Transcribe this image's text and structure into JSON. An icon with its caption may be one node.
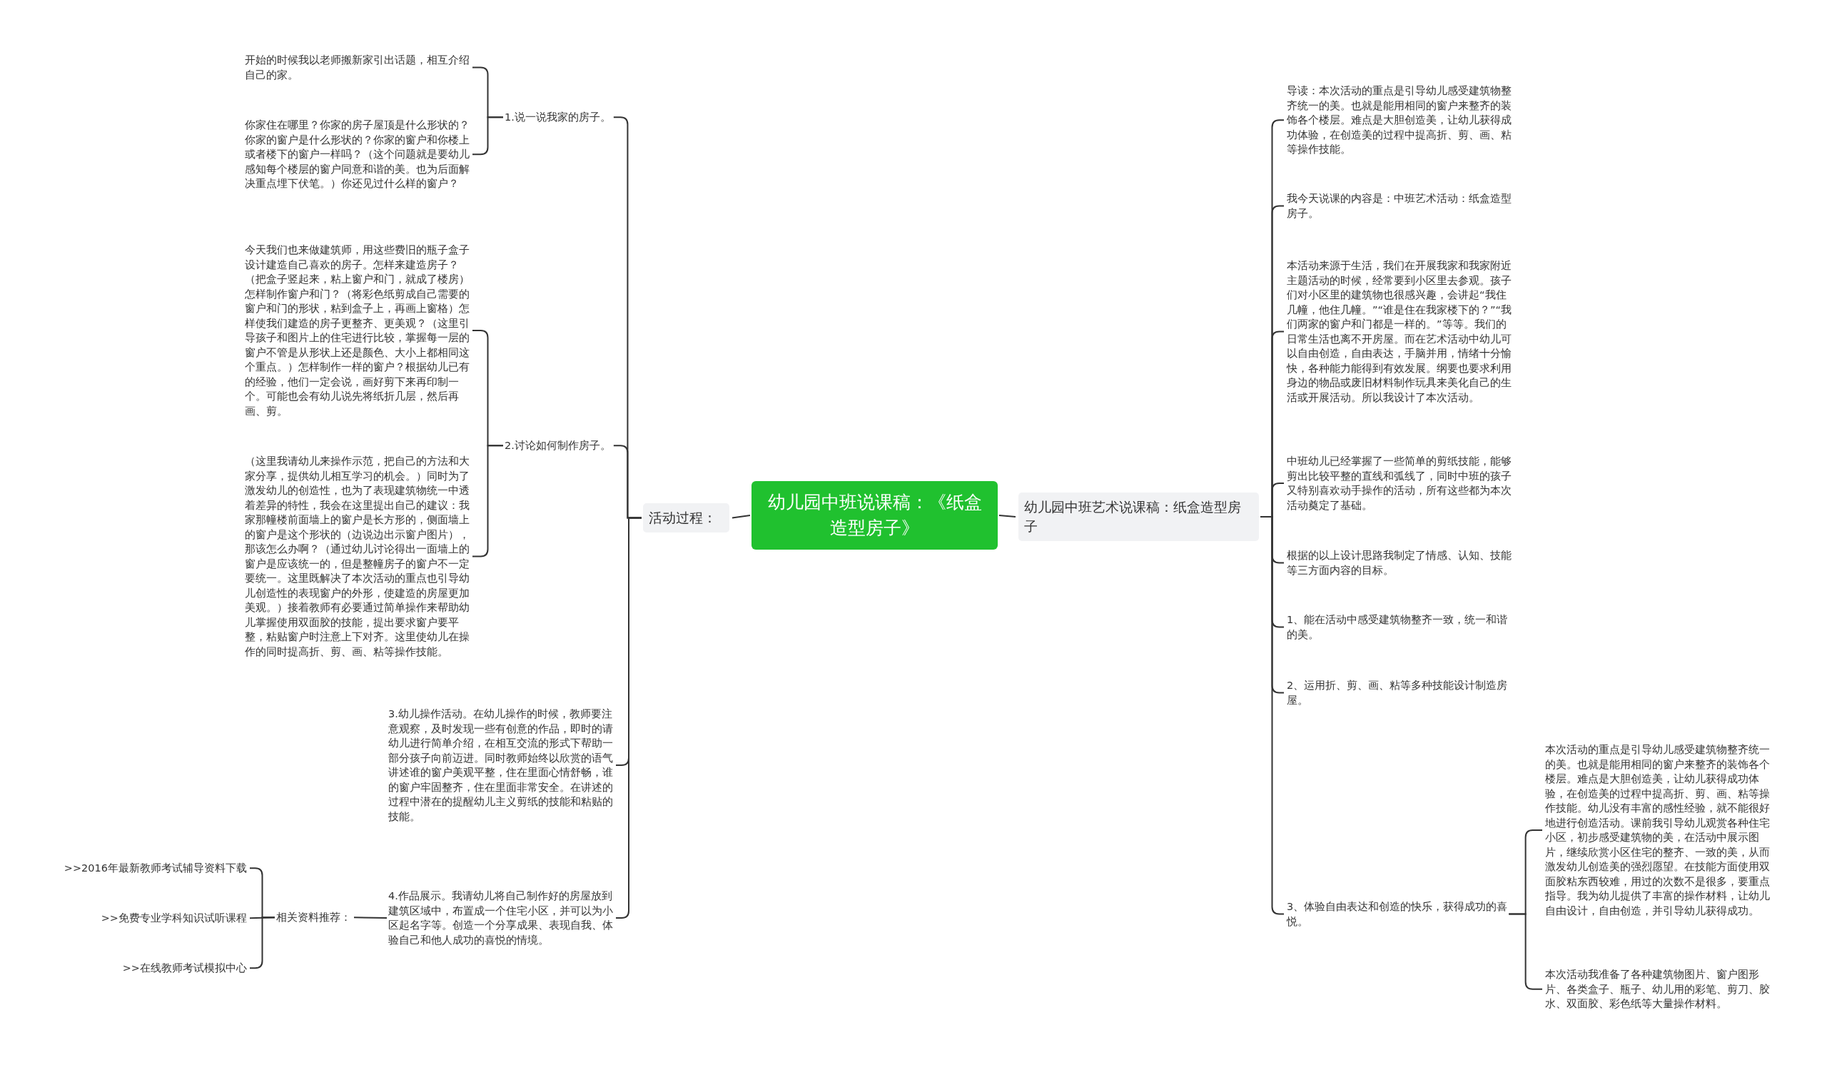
{
  "diagram": {
    "nodes": [
      {
        "text": [
          "幼儿园中班说课稿：《纸盒造型房子》"
        ]
      },
      {
        "text": [
          "活动过程："
        ]
      },
      {
        "text": [
          "1.说一说我家的房子。"
        ]
      },
      {
        "text": [
          "开始的时候我以老师搬新家引出话题，相互介绍自己的家。"
        ]
      },
      {
        "text": [
          "你家住在哪里？你家的房子屋顶是什么形状的？你家的窗户是什么形状的？你家的窗户和你楼上或者楼下的窗户一样吗？（这个问题就是要幼儿感知每个楼层的窗户同意和谐的美。也为后面解决重点埋下伏笔。）你还见过什么样的窗户？"
        ]
      },
      {
        "text": [
          "2.讨论如何制作房子。"
        ]
      },
      {
        "text": [
          "今天我们也来做建筑师，用这些费旧的瓶子盒子设计建造自己喜欢的房子。怎样来建造房子？（把盒子竖起来，粘上窗户和门，就成了楼房）怎样制作窗户和门？（将彩色纸剪成自己需要的窗户和门的形状，粘到盒子上，再画上窗格）怎样使我们建造的房子更整齐、更美观？（这里引导孩子和图片上的住宅进行比较，掌握每一层的窗户不管是从形状上还是颜色、大小上都相同这个重点。）怎样制作一样的窗户？根据幼儿已有的经验，他们一定会说，画好剪下来再印制一个。可能也会有幼儿说先将纸折几层，然后再画、剪。"
        ]
      },
      {
        "text": [
          "（这里我请幼儿来操作示范，把自己的方法和大家分享，提供幼儿相互学习的机会。）同时为了激发幼儿的创造性，也为了表现建筑物统一中透着差异的特性，我会在这里提出自己的建议：我家那幢楼前面墙上的窗户是长方形的，侧面墙上的窗户是这个形状的（边说边出示窗户图片），那该怎么办啊？（通过幼儿讨论得出一面墙上的窗户是应该统一的，但是整幢房子的窗户不一定要统一。这里既解决了本次活动的重点也引导幼儿创造性的表现窗户的外形，使建造的房屋更加美观。）接着教师有必要通过简单操作来帮助幼儿掌握使用双面胶的技能，提出要求窗户要平整，粘贴窗户时注意上下对齐。这里使幼儿在操作的同时提高折、剪、画、粘等操作技能。"
        ]
      },
      {
        "text": [
          "3.幼儿操作活动。在幼儿操作的时候，教师要注意观察，及时发现一些有创意的作品，即时的请幼儿进行简单介绍，在相互交流的形式下帮助一部分孩子向前迈进。同时教师始终以欣赏的语气讲述谁的窗户美观平整，住在里面心情舒畅，谁的窗户牢固整齐，住在里面非常安全。在讲述的过程中潜在的提醒幼儿主义剪纸的技能和粘贴的技能。"
        ]
      },
      {
        "text": [
          "4.作品展示。我请幼儿将自己制作好的房屋放到建筑区域中，布置成一个住宅小区，并可以为小区起名字等。创造一个分享成果、表现自我、体验自己和他人成功的喜悦的情境。"
        ]
      },
      {
        "text": [
          "相关资料推荐："
        ]
      },
      {
        "text": [
          ">>2016年最新教师考试辅导资料下载"
        ]
      },
      {
        "text": [
          ">>免费专业学科知识试听课程"
        ]
      },
      {
        "text": [
          ">>在线教师考试模拟中心"
        ]
      },
      {
        "text": [
          "幼儿园中班艺术说课稿：纸盒造型房子"
        ]
      },
      {
        "text": [
          "导读：本次活动的重点是引导幼儿感受建筑物整齐统一的美。也就是能用相同的窗户来整齐的装饰各个楼层。难点是大胆创造美，让幼儿获得成功体验，在创造美的过程中提高折、剪、画、粘等操作技能。"
        ]
      },
      {
        "text": [
          "我今天说课的内容是：中班艺术活动：纸盒造型房子。"
        ]
      },
      {
        "text": [
          "本活动来源于生活，我们在开展我家和我家附近主题活动的时候，经常要到小区里去参观。孩子们对小区里的建筑物也很感兴趣，会讲起“我住几幢，他住几幢。”“谁是住在我家楼下的？”“我们两家的窗户和门都是一样的。”等等。我们的日常生活也离不开房屋。而在艺术活动中幼儿可以自由创造，自由表达，手脑并用，情绪十分愉快，各种能力能得到有效发展。纲要也要求利用身边的物品或废旧材料制作玩具来美化自己的生活或开展活动。所以我设计了本次活动。"
        ]
      },
      {
        "text": [
          "中班幼儿已经掌握了一些简单的剪纸技能，能够剪出比较平整的直线和弧线了，同时中班的孩子又特别喜欢动手操作的活动，所有这些都为本次活动奠定了基础。"
        ]
      },
      {
        "text": [
          "根据的以上设计思路我制定了情感、认知、技能等三方面内容的目标。"
        ]
      },
      {
        "text": [
          "1、能在活动中感受建筑物整齐一致，统一和谐的美。"
        ]
      },
      {
        "text": [
          "2、运用折、剪、画、粘等多种技能设计制造房屋。"
        ]
      },
      {
        "text": [
          "3、体验自由表达和创造的快乐，获得成功的喜悦。"
        ]
      },
      {
        "text": [
          "本次活动的重点是引导幼儿感受建筑物整齐统一的美。也就是能用相同的窗户来整齐的装饰各个楼层。难点是大胆创造美，让幼儿获得成功体验，在创造美的过程中提高折、剪、画、粘等操作技能。幼儿没有丰富的感性经验，就不能很好地进行创造活动。课前我引导幼儿观赏各种住宅小区，初步感受建筑物的美，在活动中展示图片，继续欣赏小区住宅的整齐、一致的美，从而激发幼儿创造美的强烈愿望。在技能方面使用双面胶粘东西较难，用过的次数不是很多，要重点指导。我为幼儿提供了丰富的操作材料，让幼儿自由设计，自由创造，并引导幼儿获得成功。"
        ]
      },
      {
        "text": [
          "本次活动我准备了各种建筑物图片、窗户图形片、各类盒子、瓶子、幼儿用的彩笔、剪刀、胶水、双面胶、彩色纸等大量操作材料。"
        ]
      }
    ],
    "edges": [
      {
        "from": 0,
        "to": 1,
        "arrow": "none"
      },
      {
        "from": 1,
        "to": 2,
        "arrow": "none"
      },
      {
        "from": 2,
        "to": 3,
        "arrow": "none"
      },
      {
        "from": 2,
        "to": 4,
        "arrow": "none"
      },
      {
        "from": 1,
        "to": 5,
        "arrow": "none"
      },
      {
        "from": 5,
        "to": 6,
        "arrow": "none"
      },
      {
        "from": 5,
        "to": 7,
        "arrow": "none"
      },
      {
        "from": 1,
        "to": 8,
        "arrow": "none"
      },
      {
        "from": 1,
        "to": 9,
        "arrow": "none"
      },
      {
        "from": 9,
        "to": 10,
        "arrow": "none"
      },
      {
        "from": 10,
        "to": 11,
        "arrow": "none"
      },
      {
        "from": 10,
        "to": 12,
        "arrow": "none"
      },
      {
        "from": 10,
        "to": 13,
        "arrow": "none"
      },
      {
        "from": 0,
        "to": 14,
        "arrow": "none"
      },
      {
        "from": 14,
        "to": 15,
        "arrow": "none"
      },
      {
        "from": 14,
        "to": 16,
        "arrow": "none"
      },
      {
        "from": 14,
        "to": 17,
        "arrow": "none"
      },
      {
        "from": 14,
        "to": 18,
        "arrow": "none"
      },
      {
        "from": 14,
        "to": 19,
        "arrow": "none"
      },
      {
        "from": 14,
        "to": 20,
        "arrow": "none"
      },
      {
        "from": 14,
        "to": 21,
        "arrow": "none"
      },
      {
        "from": 14,
        "to": 22,
        "arrow": "none"
      },
      {
        "from": 22,
        "to": 23,
        "arrow": "none"
      },
      {
        "from": 22,
        "to": 24,
        "arrow": "none"
      }
    ]
  }
}
